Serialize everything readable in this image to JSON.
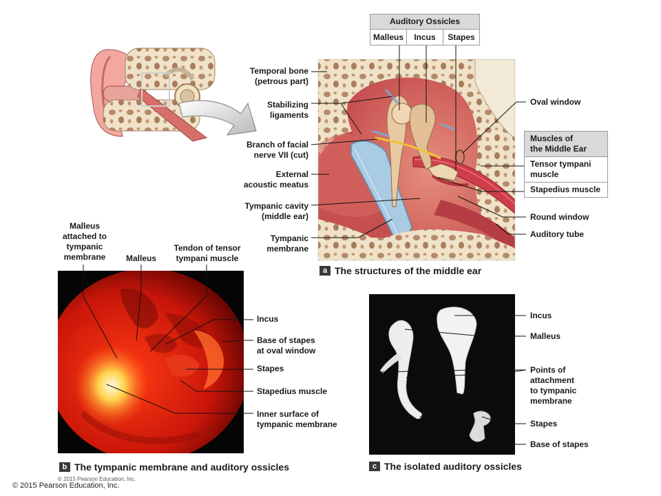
{
  "panel_a": {
    "caption_letter": "a",
    "caption": "The structures of the middle ear",
    "labels_left": {
      "temporal_bone": "Temporal bone\n(petrous part)",
      "stabilizing_ligaments": "Stabilizing\nligaments",
      "facial_nerve": "Branch of facial\nnerve VII (cut)",
      "external_meatus": "External\nacoustic meatus",
      "tympanic_cavity": "Tympanic cavity\n(middle ear)",
      "tympanic_membrane": "Tympanic\nmembrane"
    },
    "labels_right": {
      "oval_window": "Oval window",
      "round_window": "Round window",
      "auditory_tube": "Auditory tube"
    },
    "ossicles_table": {
      "title": "Auditory Ossicles",
      "columns": [
        "Malleus",
        "Incus",
        "Stapes"
      ]
    },
    "muscles_table": {
      "title": "Muscles of\nthe Middle Ear",
      "rows": [
        "Tensor tympani\nmuscle",
        "Stapedius muscle"
      ]
    }
  },
  "panel_b": {
    "caption_letter": "b",
    "caption": "The tympanic membrane and auditory ossicles",
    "labels_top": {
      "malleus_attached": "Malleus\nattached to\ntympanic\nmembrane",
      "malleus": "Malleus",
      "tendon": "Tendon of tensor\ntympani muscle"
    },
    "labels_right": {
      "incus": "Incus",
      "base_stapes": "Base of stapes\nat oval window",
      "stapes": "Stapes",
      "stapedius": "Stapedius muscle",
      "inner_surface": "Inner surface of\ntympanic membrane"
    }
  },
  "panel_c": {
    "caption_letter": "c",
    "caption": "The isolated auditory ossicles",
    "labels_right": {
      "incus": "Incus",
      "malleus": "Malleus",
      "points": "Points of\nattachment\nto tympanic\nmembrane",
      "stapes": "Stapes",
      "base_stapes": "Base of stapes"
    }
  },
  "copyright": {
    "large": "© 2015 Pearson Education, Inc.",
    "small": "© 2015 Pearson Education, Inc."
  },
  "colors": {
    "bone": "#efe2c8",
    "bone_pore": "#b58a6a",
    "soft_tissue": "#c95454",
    "membrane": "#a9cce3",
    "ossicle": "#e8c9a2",
    "photo_red": "#d31c0a",
    "photo_black": "#050505"
  }
}
